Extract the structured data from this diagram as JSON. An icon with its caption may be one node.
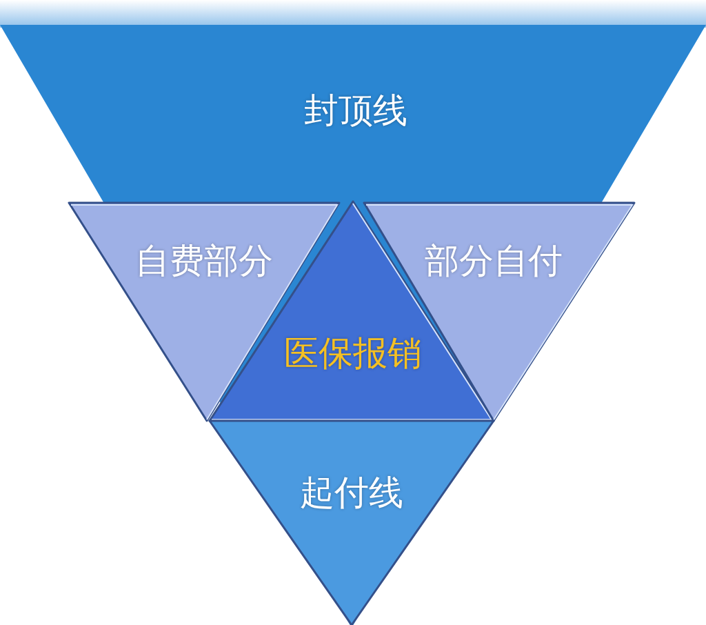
{
  "diagram": {
    "nodes": [
      {
        "text": [
          "封顶线"
        ]
      },
      {
        "text": [
          "自费部分"
        ],
        "in": 0
      },
      {
        "text": [
          "医保报销"
        ],
        "in": 0
      },
      {
        "text": [
          "部分自付"
        ],
        "in": 0
      },
      {
        "text": [
          "起付线"
        ],
        "in": 0
      }
    ]
  }
}
